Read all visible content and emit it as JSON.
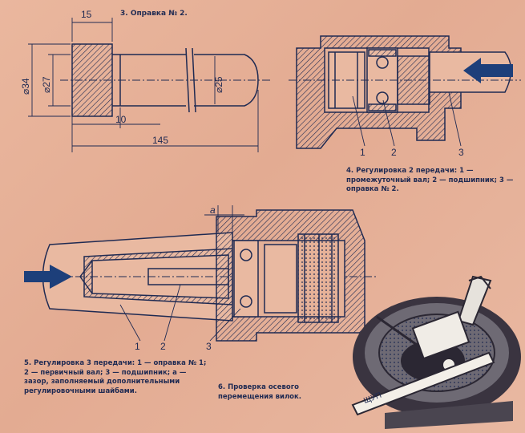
{
  "fig3": {
    "caption": "3. Оправка № 2.",
    "dim_top": "15",
    "dim_d34": "⌀34",
    "dim_d27": "⌀27",
    "dim_d25": "⌀25",
    "dim_10": "10",
    "dim_145": "145"
  },
  "fig4": {
    "caption": "4. Регулировка 2 передачи: 1 — промежуточный вал; 2 — подшипник; 3 — оправка № 2.",
    "callouts": [
      "1",
      "2",
      "3"
    ]
  },
  "fig5": {
    "caption": "5. Регулировка 3 передачи: 1 — оправка № 1; 2 — первичный вал; 3 — подшипник; а — зазор, заполняемый дополнительными регулировочными шайбами.",
    "gap_label": "a",
    "callouts": [
      "1",
      "2",
      "3"
    ]
  },
  "fig6": {
    "caption": "6. Проверка осевого перемещения вилок.",
    "probe_label": "ЩУП"
  },
  "colors": {
    "ink": "#1f2a52",
    "paper": "#e7b39a",
    "arrow": "#1d3f7a"
  }
}
